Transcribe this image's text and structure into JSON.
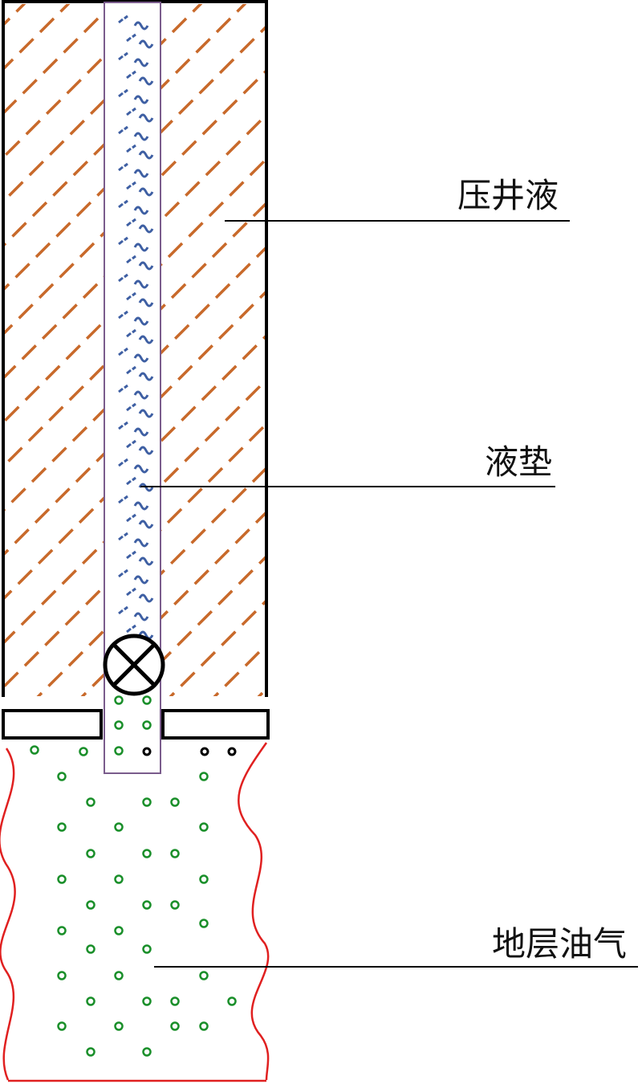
{
  "labels": {
    "kill_fluid": "压井液",
    "liquid_cushion": "液垫",
    "formation_oil_gas": "地层油气"
  },
  "colors": {
    "kill_fluid_hatch": "#c8692a",
    "liquid_cushion_mark": "#3e5fa3",
    "tubing_outline": "#7a5c8c",
    "formation_boundary": "#e02020",
    "formation_bubble": "#1a8f2a",
    "structure_outline": "#000000"
  },
  "icons": {
    "valve": "valve-crossed-circle-icon"
  }
}
